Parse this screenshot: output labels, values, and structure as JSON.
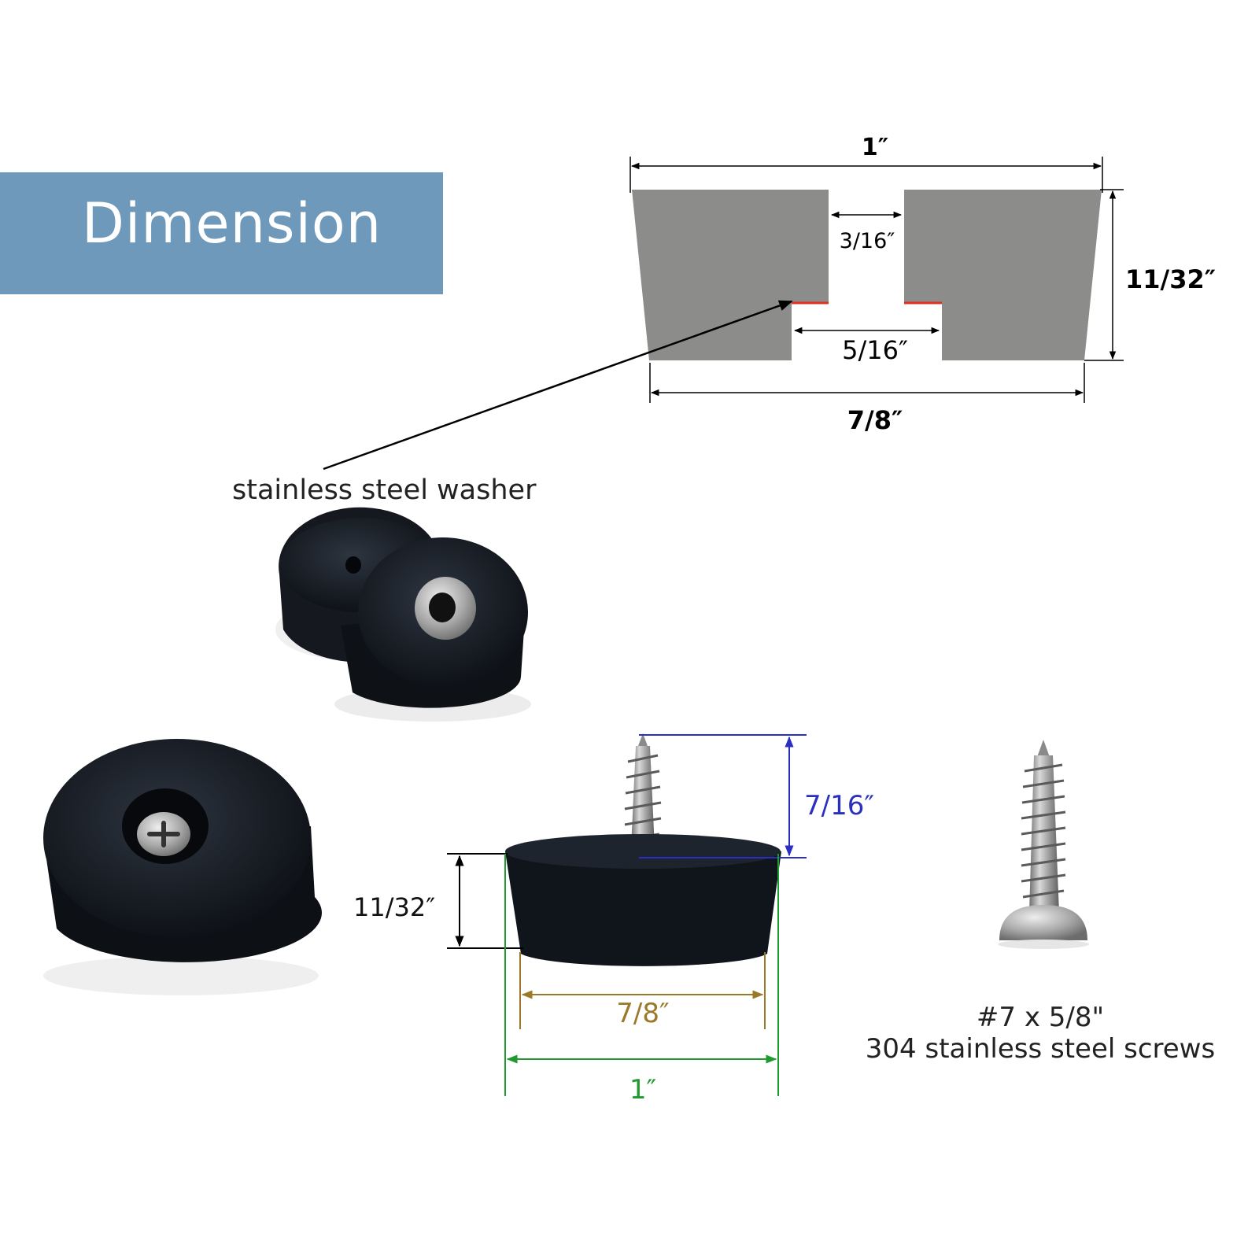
{
  "banner": {
    "title": "Dimension",
    "color": "#6e99ba"
  },
  "cross_section": {
    "fill_color": "#8c8c8a",
    "washer_color": "#e03020",
    "top_width": "1″",
    "height": "11/32″",
    "hole_top": "3/16″",
    "hole_bottom": "5/16″",
    "bottom_width": "7/8″"
  },
  "callout": {
    "label": "stainless steel washer"
  },
  "side_view": {
    "height": "11/32″",
    "screw_length": "7/16″",
    "bottom_width": "7/8″",
    "top_width": "1″",
    "colors": {
      "screw_length": "#2a2fc0",
      "bottom_width": "#9a7a28",
      "top_width": "#1e9a2e"
    }
  },
  "screw": {
    "line1": "#7 x 5/8\"",
    "line2": "304 stainless steel screws"
  }
}
